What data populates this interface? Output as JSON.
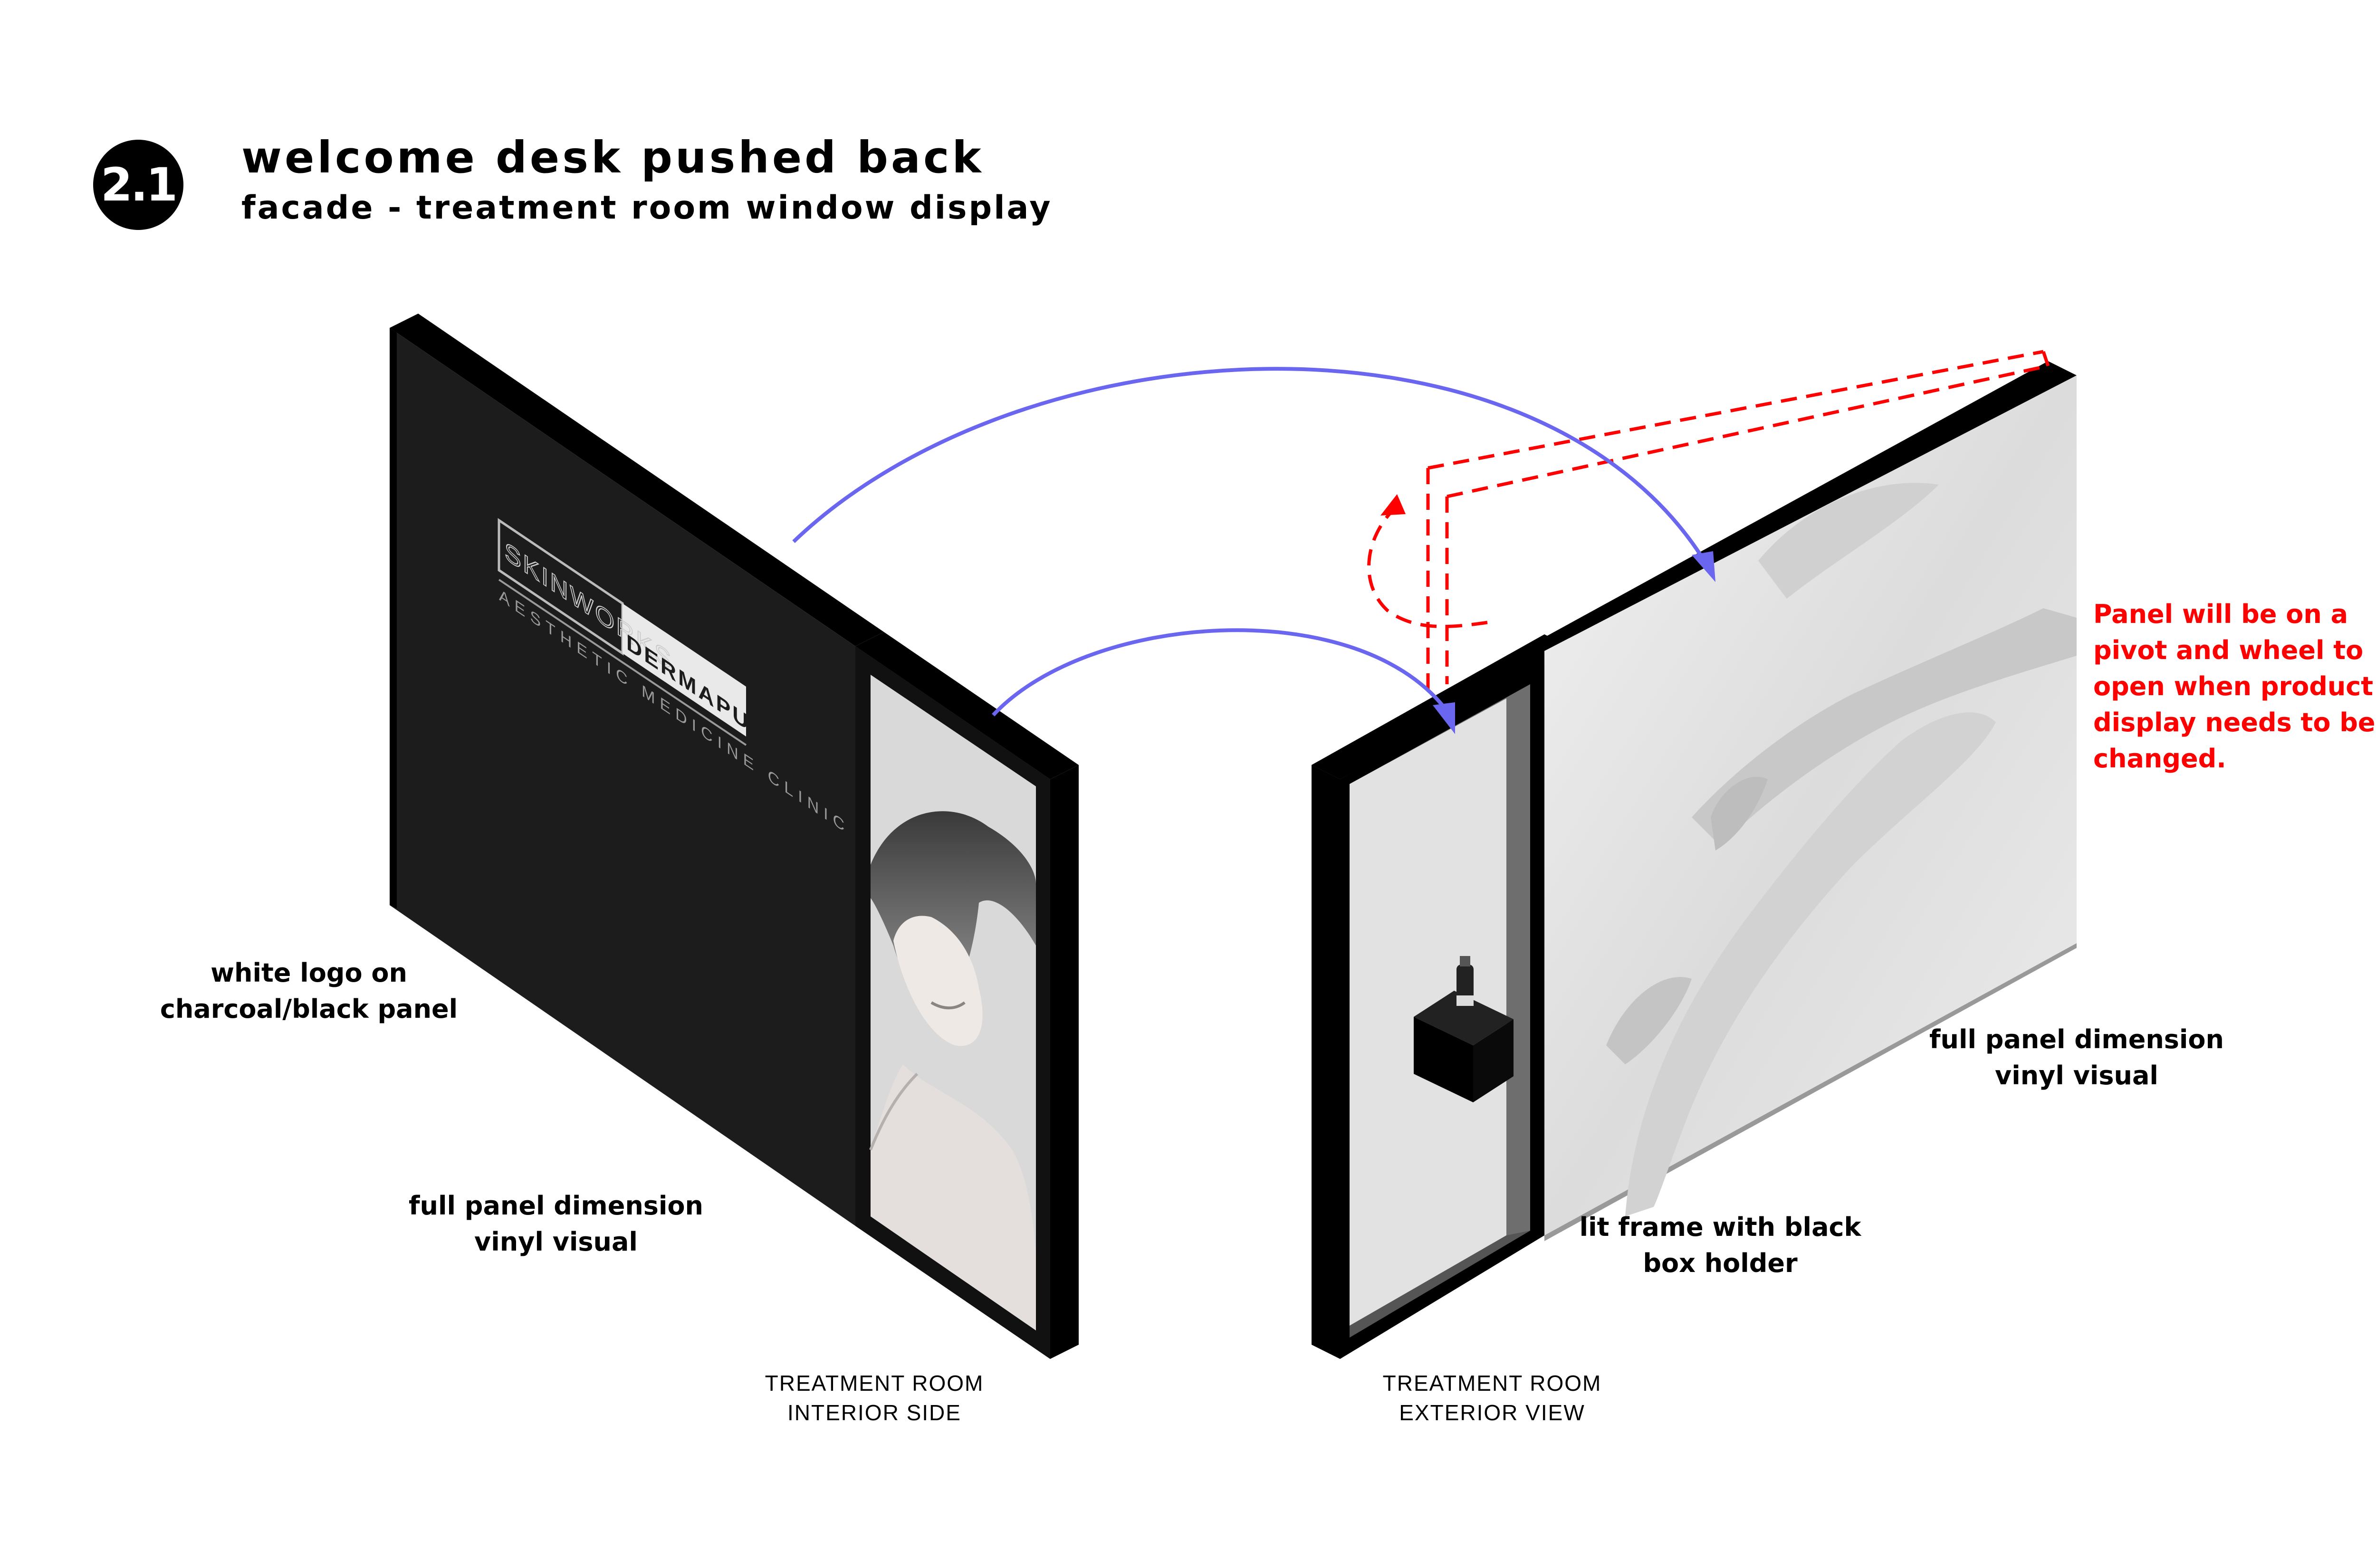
{
  "header": {
    "section_number": "2.1",
    "title": "welcome desk pushed back",
    "subtitle": "facade - treatment room window display"
  },
  "left_panel": {
    "logo_brand": "SKINWORKS",
    "logo_partner": "DERMAPURE",
    "logo_tagline": "AESTHETIC MEDICINE CLINIC",
    "callout_logo": [
      "white logo on",
      "charcoal/black panel"
    ],
    "callout_vinyl": [
      "full panel dimension",
      "vinyl visual"
    ],
    "caption": [
      "TREATMENT ROOM",
      "INTERIOR SIDE"
    ]
  },
  "right_panel": {
    "callout_vinyl": [
      "full panel dimension",
      "vinyl visual"
    ],
    "callout_frame": [
      "lit frame with black",
      "box holder"
    ],
    "callout_pivot": [
      "Panel will be on a",
      "pivot and wheel to",
      "open when product",
      "display needs to be",
      "changed."
    ],
    "caption": [
      "TREATMENT ROOM",
      "EXTERIOR VIEW"
    ]
  },
  "colors": {
    "arrow": "#6a66f0",
    "pivot_dashed": "#ff0000",
    "panel_dark": "#1c1c1c",
    "panel_edge": "#000000",
    "vinyl_grey": "#e6e6e6"
  }
}
